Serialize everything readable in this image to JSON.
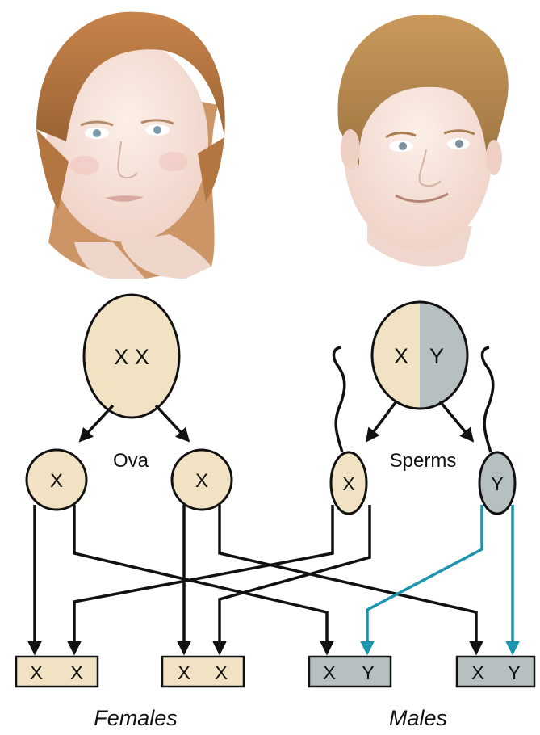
{
  "cells": {
    "female_parent": "X X",
    "male_parent_x": "X",
    "male_parent_y": "Y",
    "ovum_1": "X",
    "ovum_2": "X",
    "sperm_x": "X",
    "sperm_y": "Y"
  },
  "labels": {
    "ova": "Ova",
    "sperms": "Sperms"
  },
  "offspring": [
    {
      "a": "X",
      "b": "X"
    },
    {
      "a": "X",
      "b": "X"
    },
    {
      "a": "X",
      "b": "Y"
    },
    {
      "a": "X",
      "b": "Y"
    }
  ],
  "captions": {
    "females": "Females",
    "males": "Males"
  },
  "colors": {
    "x_fill": "#f1e2c4",
    "y_fill": "#b6c0c0",
    "y_path": "#1a95ad",
    "line": "#111111"
  }
}
